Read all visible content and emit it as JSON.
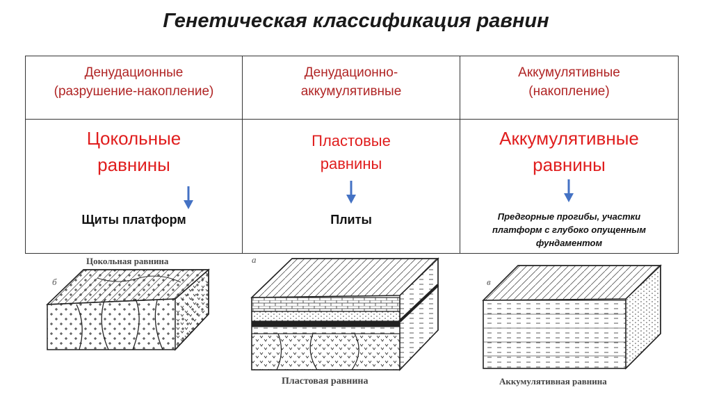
{
  "title": "Генетическая классификация равнин",
  "columns": [
    {
      "header_line1": "Денудационные",
      "header_line2": "(разрушение-накопление)",
      "type_line1": "Цокольные",
      "type_line2": "равнины",
      "base_line1": "Щиты платформ",
      "base_line2": "",
      "base_line3": "",
      "figure_caption": "Цокольная равнина",
      "figure_letter": "б"
    },
    {
      "header_line1": "Денудационно-",
      "header_line2": "аккумулятивные",
      "type_line1": "Пластовые",
      "type_line2": "равнины",
      "base_line1": "Плиты",
      "base_line2": "",
      "base_line3": "",
      "figure_caption": "Пластовая равнина",
      "figure_letter": "а"
    },
    {
      "header_line1": "Аккумулятивные",
      "header_line2": "(накопление)",
      "type_line1": "Аккумулятивные",
      "type_line2": "равнины",
      "base_line1": "Предгорные прогибы, участки",
      "base_line2": "платформ с глубоко опущенным",
      "base_line3": "фундаментом",
      "figure_caption": "Аккумулятивная равнина",
      "figure_letter": "в"
    }
  ],
  "colors": {
    "header_text": "#b02525",
    "type_text": "#e01e1e",
    "arrow": "#4472c4",
    "ink": "#222222"
  },
  "icons": {
    "arrow": "down-arrow-icon"
  }
}
